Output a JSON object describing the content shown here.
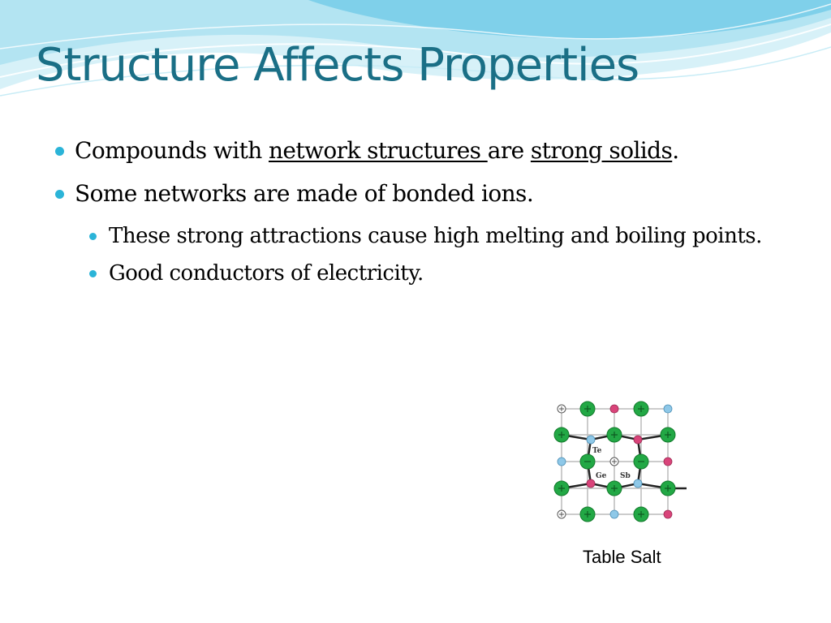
{
  "slide": {
    "title": "Structure Affects Properties",
    "bullets": [
      {
        "level": 1,
        "parts": [
          "Compounds with ",
          "network structures ",
          "are ",
          "strong solids",
          "."
        ]
      },
      {
        "level": 1,
        "text": "Some networks are made of bonded ions."
      },
      {
        "level": 2,
        "text": "These strong attractions cause high melting and boiling points."
      },
      {
        "level": 2,
        "text": "Good conductors of electricity."
      }
    ],
    "figure": {
      "labels": [
        "Te",
        "Ge",
        "Sb"
      ],
      "caption": "Table Salt"
    },
    "colors": {
      "title": "#1a6f86",
      "bullet": "#2bb4d8",
      "large_ion": "#22a845",
      "small_ion_pink": "#d9447a",
      "small_ion_blue": "#8ec8e8"
    }
  }
}
